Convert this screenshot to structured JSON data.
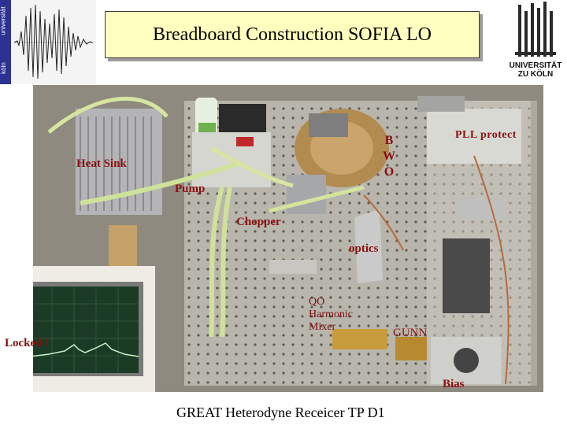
{
  "header": {
    "title": "Breadboard Construction SOFIA LO"
  },
  "logos": {
    "left_strip_text": [
      "universität",
      "köln"
    ],
    "right_text_line1": "UNIVERSITÄT",
    "right_text_line2": "ZU KÖLN"
  },
  "labels": {
    "heat_sink": "Heat Sink",
    "pump": "Pump",
    "chopper": "Chopper",
    "optics": "optics",
    "gunn": "GUNN",
    "bias": "Bias",
    "locked": "Locked !",
    "pll_protect": "PLL protect",
    "bwo_b": "B",
    "bwo_w": "W",
    "bwo_o": "O",
    "qo_line1": "QO",
    "qo_line2": "Harmonic",
    "qo_line3": "Mixer"
  },
  "caption": "GREAT Heterodyne Receicer TP D1",
  "colors": {
    "title_bg": "#ffffbf",
    "label_color": "#8b0f0f",
    "logo_blue": "#3a3fa6"
  }
}
